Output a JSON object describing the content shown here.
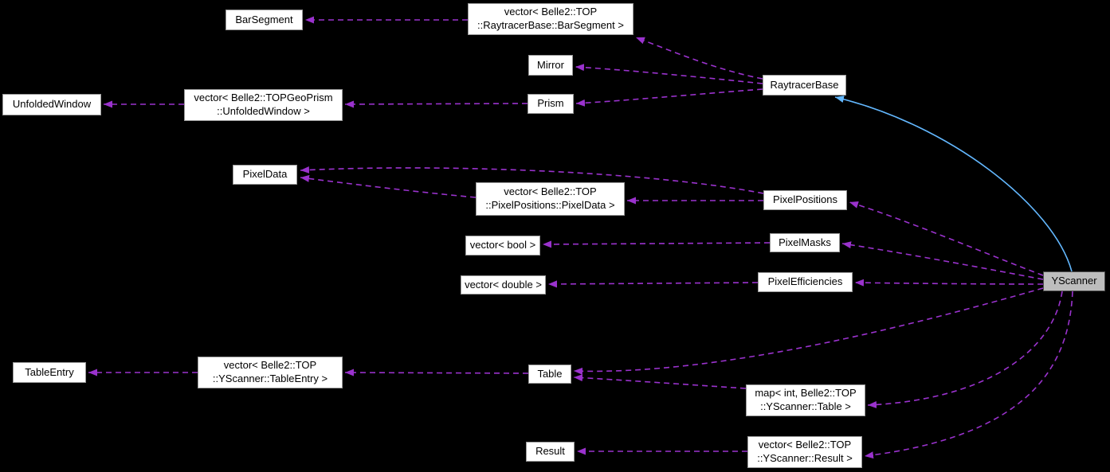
{
  "diagram": {
    "colors": {
      "background": "#000000",
      "node_fill": "#ffffff",
      "node_border": "#9a9a9a",
      "node_text": "#000000",
      "selected_fill": "#bdbdbd",
      "selected_border": "#4d4d4d",
      "edge_usage": "#9a32cd",
      "edge_inheritance": "#63b8ff"
    },
    "nodes": {
      "barsegment": {
        "label": "BarSegment"
      },
      "vec_barsegment": {
        "label": "vector< Belle2::TOP\n::RaytracerBase::BarSegment >"
      },
      "mirror": {
        "label": "Mirror"
      },
      "prism": {
        "label": "Prism"
      },
      "unfoldedwindow": {
        "label": "UnfoldedWindow"
      },
      "vec_unfoldedwindow": {
        "label": "vector< Belle2::TOPGeoPrism\n::UnfoldedWindow >"
      },
      "raytracerbase": {
        "label": "RaytracerBase"
      },
      "pixeldata": {
        "label": "PixelData"
      },
      "vec_pixeldata": {
        "label": "vector< Belle2::TOP\n::PixelPositions::PixelData >"
      },
      "pixelpositions": {
        "label": "PixelPositions"
      },
      "vec_bool": {
        "label": "vector< bool >"
      },
      "pixelmasks": {
        "label": "PixelMasks"
      },
      "vec_double": {
        "label": "vector< double >"
      },
      "pixelefficiencies": {
        "label": "PixelEfficiencies"
      },
      "yscanner": {
        "label": "YScanner"
      },
      "tableentry": {
        "label": "TableEntry"
      },
      "vec_tableentry": {
        "label": "vector< Belle2::TOP\n::YScanner::TableEntry >"
      },
      "table": {
        "label": "Table"
      },
      "map_table": {
        "label": "map< int, Belle2::TOP\n::YScanner::Table >"
      },
      "result": {
        "label": "Result"
      },
      "vec_result": {
        "label": "vector< Belle2::TOP\n::YScanner::Result >"
      }
    }
  }
}
